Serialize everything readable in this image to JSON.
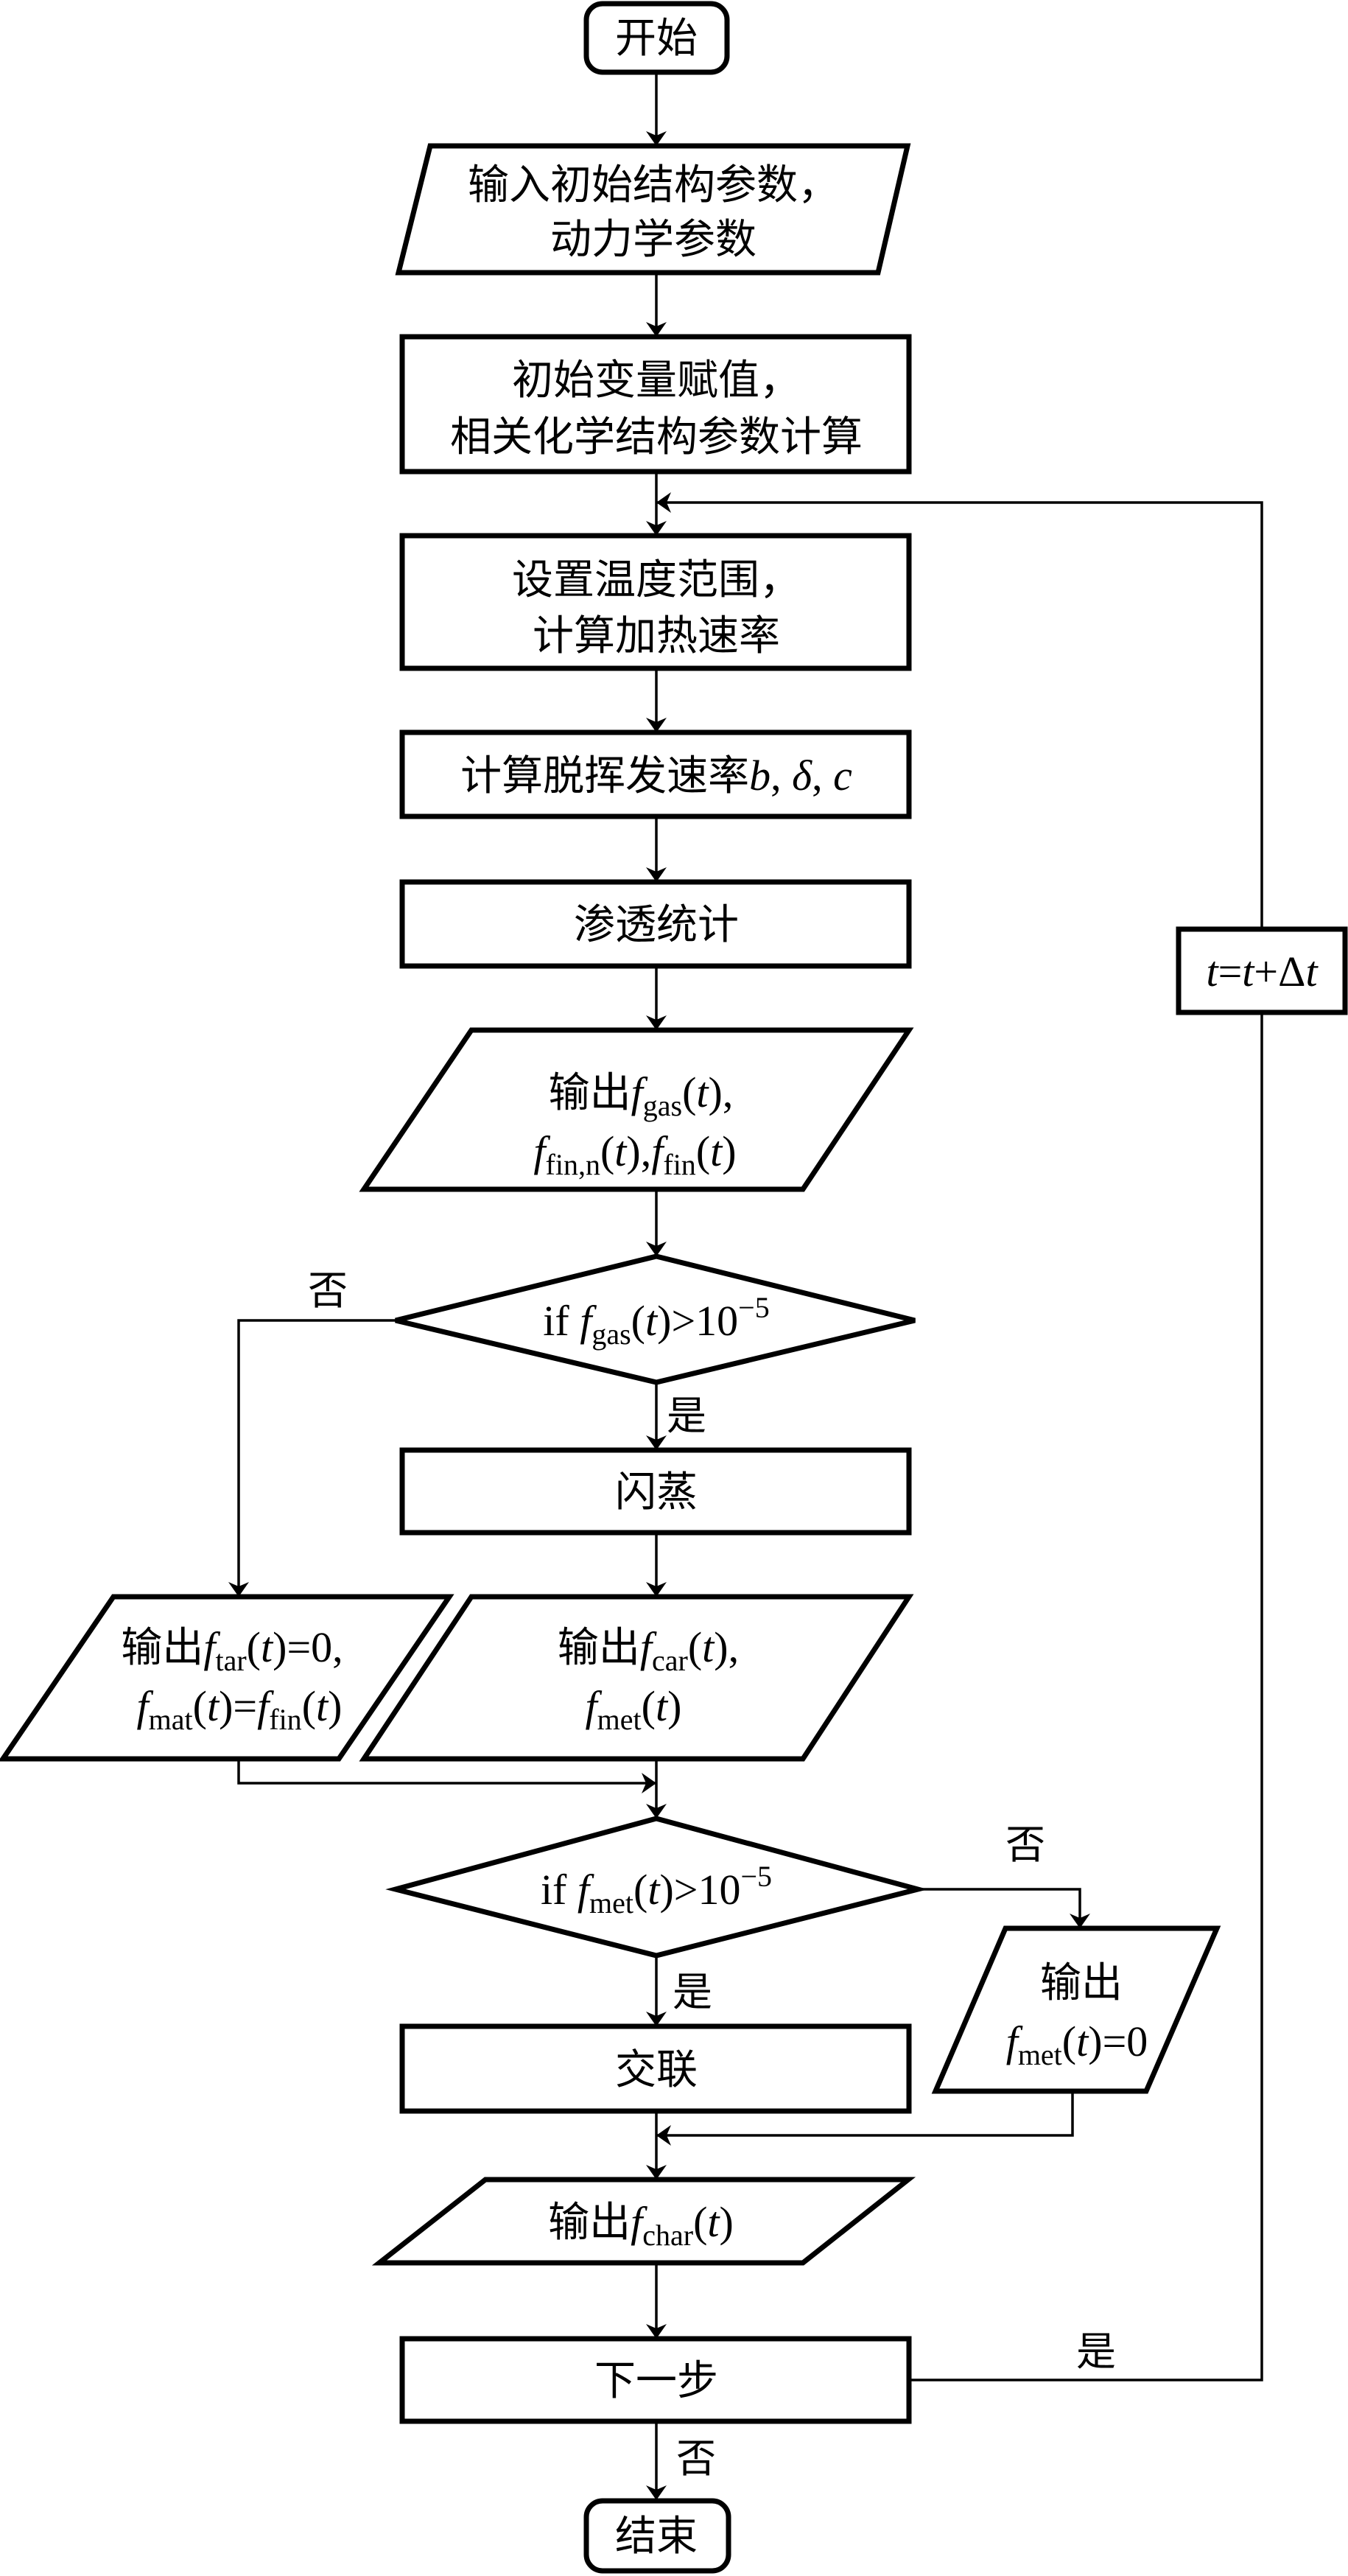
{
  "flowchart": {
    "colors": {
      "stroke": "#000000",
      "background": "#ffffff",
      "text": "#000000"
    },
    "nodes": {
      "start": {
        "type": "terminal",
        "text": "开始"
      },
      "input_params": {
        "type": "io",
        "lines": [
          "输入初始结构参数，",
          "动力学参数"
        ]
      },
      "init_vars": {
        "type": "process",
        "lines": [
          "初始变量赋值，",
          "相关化学结构参数计算"
        ]
      },
      "set_temp": {
        "type": "process",
        "lines": [
          "设置温度范围，",
          "计算加热速率"
        ]
      },
      "calc_rates": {
        "type": "process",
        "text_prefix": "计算脱挥发速率",
        "vars": [
          "b",
          "δ",
          "c"
        ]
      },
      "percolation": {
        "type": "process",
        "text": "渗透统计"
      },
      "output_gas": {
        "type": "io",
        "prefix": "输出",
        "f": "f",
        "line1_sub": "gas",
        "line2_sub_a": "fin,",
        "line2_sub_a_it": "n",
        "line2_sub_b": "fin",
        "arg": "t"
      },
      "decision_gas": {
        "type": "decision",
        "if": "if",
        "f": "f",
        "sub": "gas",
        "arg": "t",
        "op": ">10",
        "exp": "−5"
      },
      "flash": {
        "type": "process",
        "text": "闪蒸"
      },
      "output_tar_zero": {
        "type": "io",
        "prefix": "输出",
        "sub1": "tar",
        "eq1": "=0,",
        "sub2": "mat",
        "sub3": "fin",
        "eq": "="
      },
      "output_car_met": {
        "type": "io",
        "prefix": "输出",
        "sub1": "car",
        "sub2": "met"
      },
      "decision_met": {
        "type": "decision",
        "if": "if",
        "f": "f",
        "sub": "met",
        "arg": "t",
        "op": ">10",
        "exp": "−5"
      },
      "output_met_zero": {
        "type": "io",
        "line1": "输出",
        "sub": "met",
        "eq": "=0"
      },
      "crosslink": {
        "type": "process",
        "text": "交联"
      },
      "output_char": {
        "type": "io",
        "prefix": "输出",
        "sub": "char"
      },
      "next_step": {
        "type": "process",
        "text": "下一步"
      },
      "time_step": {
        "type": "process",
        "t": "t",
        "eq": "=",
        "plus": "+",
        "delta": "Δ"
      },
      "end": {
        "type": "terminal",
        "text": "结束"
      }
    },
    "edge_labels": {
      "gas_no": "否",
      "gas_yes": "是",
      "met_no": "否",
      "met_yes": "是",
      "next_yes": "是",
      "next_no": "否"
    },
    "edges": [
      [
        "start",
        "input_params"
      ],
      [
        "input_params",
        "init_vars"
      ],
      [
        "init_vars",
        "set_temp"
      ],
      [
        "set_temp",
        "calc_rates"
      ],
      [
        "calc_rates",
        "percolation"
      ],
      [
        "percolation",
        "output_gas"
      ],
      [
        "output_gas",
        "decision_gas"
      ],
      [
        "decision_gas",
        "flash",
        "是"
      ],
      [
        "decision_gas",
        "output_tar_zero",
        "否"
      ],
      [
        "flash",
        "output_car_met"
      ],
      [
        "output_tar_zero",
        "decision_met"
      ],
      [
        "output_car_met",
        "decision_met"
      ],
      [
        "decision_met",
        "crosslink",
        "是"
      ],
      [
        "decision_met",
        "output_met_zero",
        "否"
      ],
      [
        "crosslink",
        "output_char"
      ],
      [
        "output_met_zero",
        "output_char"
      ],
      [
        "output_char",
        "next_step"
      ],
      [
        "next_step",
        "time_step",
        "是"
      ],
      [
        "time_step",
        "set_temp"
      ],
      [
        "next_step",
        "end",
        "否"
      ]
    ]
  }
}
